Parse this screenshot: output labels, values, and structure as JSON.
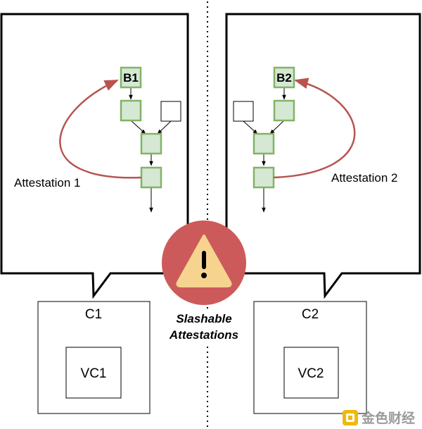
{
  "left_panel": {
    "head_block_label": "B1",
    "attestation_label": "Attestation 1",
    "client_label": "C1",
    "validator_label": "VC1"
  },
  "right_panel": {
    "head_block_label": "B2",
    "attestation_label": "Attestation 2",
    "client_label": "C2",
    "validator_label": "VC2"
  },
  "warning": {
    "line1": "Slashable",
    "line2": "Attestations",
    "icon": "warning-triangle-icon"
  },
  "watermark": {
    "text": "金色财经",
    "icon": "jinse-logo-icon"
  },
  "colors": {
    "block_fill": "#d5e8d4",
    "block_stroke": "#82b366",
    "arrow_red": "#b85450",
    "warning_circle": "#cd5a5a",
    "warning_triangle": "#f6d48f",
    "watermark_logo": "#f0b90b"
  }
}
